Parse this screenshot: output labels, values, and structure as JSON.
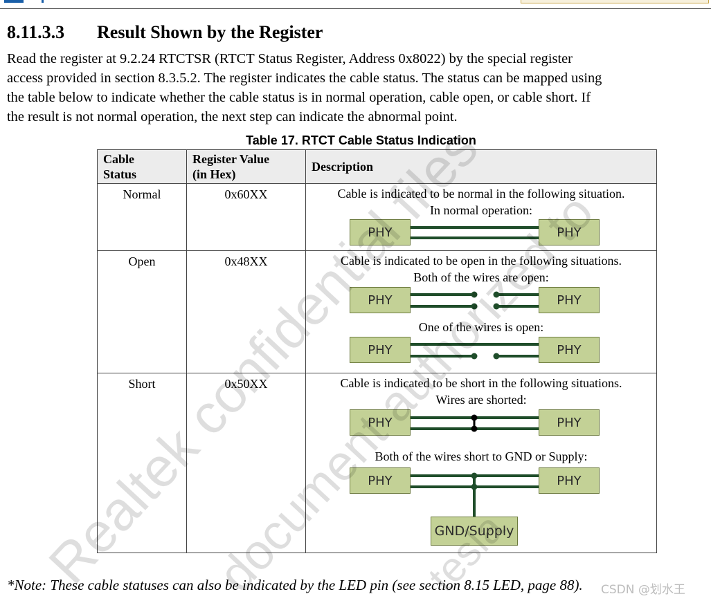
{
  "section": {
    "number": "8.11.3.3",
    "title": "Result Shown by the Register",
    "paragraph_lines": [
      "Read the register at 9.2.24 RTCTSR (RTCT Status Register, Address 0x8022) by the special register",
      "access provided in section 8.3.5.2. The register indicates the cable status. The status can be mapped using",
      "the table below to indicate whether the cable status is in normal operation, cable open, or cable short. If",
      "the result is not normal operation, the next step can indicate the abnormal point."
    ]
  },
  "table": {
    "caption": "Table 17. RTCT Cable Status Indication",
    "headers": {
      "status_line1": "Cable",
      "status_line2": "Status",
      "value_line1": "Register Value",
      "value_line2": "(in Hex)",
      "description": "Description"
    },
    "rows": [
      {
        "status": "Normal",
        "value": "0x60XX",
        "desc_line1": "Cable is indicated to be normal in the following situation.",
        "desc_line2": "In normal operation:"
      },
      {
        "status": "Open",
        "value": "0x48XX",
        "desc_line1": "Cable is indicated to be open in the following situations.",
        "desc_line2": "Both of the wires are open:",
        "desc_line3": "One of the wires is open:"
      },
      {
        "status": "Short",
        "value": "0x50XX",
        "desc_line1": "Cable is indicated to be short in the following situations.",
        "desc_line2": "Wires are shorted:",
        "desc_line3": "Both of the wires short to GND or Supply:"
      }
    ],
    "diagram_labels": {
      "phy": "PHY",
      "gnd": "GND/Supply"
    }
  },
  "note": "*Note: These cable statuses can also be indicated by the LED pin (see section 8.15 LED, page 88).",
  "watermark": {
    "line1": "Realtek confidential files",
    "line2": "document authorized to",
    "line3": "tesla"
  },
  "credit": "CSDN @划水王",
  "colors": {
    "wire": "#1f4d2a",
    "phy_fill": "#c3d196",
    "header_fill": "#ececec"
  }
}
